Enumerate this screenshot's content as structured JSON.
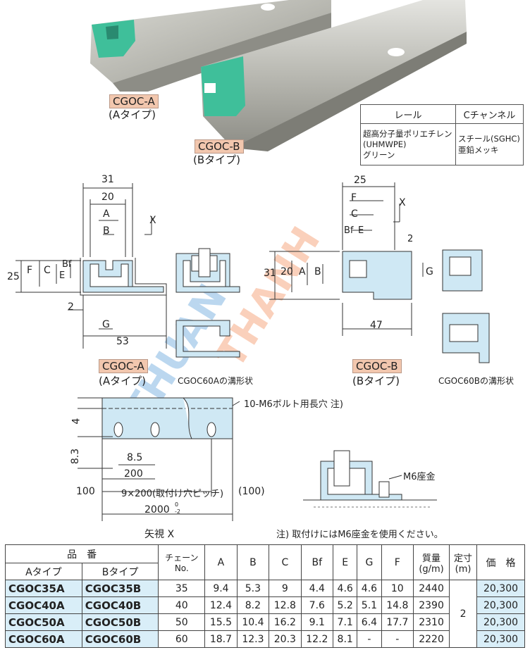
{
  "photo": {
    "label_a": "CGOC-A",
    "sub_a": "(Aタイプ)",
    "label_b": "CGOC-B",
    "sub_b": "(Bタイプ)"
  },
  "material_table": {
    "headers": [
      "レール",
      "Cチャンネル"
    ],
    "rail": [
      "超高分子量ポリエチレン",
      "(UHMWPE)",
      "グリーン"
    ],
    "channel": [
      "スチール(SGHC)",
      "亜鉛メッキ"
    ]
  },
  "drawing_a": {
    "dims": [
      "31",
      "20",
      "A",
      "B",
      "X",
      "25",
      "F",
      "C",
      "E",
      "Bf",
      "2",
      "G",
      "53"
    ],
    "label": "CGOC-A",
    "sub": "(Aタイプ)",
    "section_label": "CGOC60Aの溝形状"
  },
  "drawing_b": {
    "dims": [
      "25",
      "F",
      "C",
      "Bf",
      "E",
      "X",
      "2",
      "31",
      "20",
      "A",
      "B",
      "G",
      "47"
    ],
    "label": "CGOC-B",
    "sub": "(Bタイプ)",
    "section_label": "CGOC60Bの溝形状"
  },
  "side_view": {
    "slot_note": "10-M6ボルト用長穴  注)",
    "dim_4": "4",
    "dim_83": "8.3",
    "dim_85": "8.5",
    "dim_200": "200",
    "dim_100": "100",
    "pitch": "9×200(取付け穴ピッチ)",
    "dim_100b": "(100)",
    "length": "2000",
    "tol_top": "0",
    "tol_bot": "-2",
    "view_label": "矢視  X"
  },
  "washer": {
    "label": "M6座金",
    "note": "注)  取付けにはM6座金を使用ください。"
  },
  "spec_table": {
    "h_part": "品　番",
    "h_a_type": "Aタイプ",
    "h_b_type": "Bタイプ",
    "h_chain": "チェーン",
    "h_no": "No.",
    "h_cols": [
      "A",
      "B",
      "C",
      "Bf",
      "E",
      "G",
      "F"
    ],
    "h_mass": "質量",
    "h_mass_unit": "(g/m)",
    "h_std": "定寸",
    "h_std_unit": "(m)",
    "h_price": "価　格",
    "std_value": "2",
    "rows": [
      {
        "a": "CGOC35A",
        "b": "CGOC35B",
        "no": "35",
        "vals": [
          "9.4",
          "5.3",
          "9",
          "4.4",
          "4.6",
          "4.6",
          "10"
        ],
        "mass": "2440",
        "price": "20,300"
      },
      {
        "a": "CGOC40A",
        "b": "CGOC40B",
        "no": "40",
        "vals": [
          "12.4",
          "8.2",
          "12.8",
          "7.6",
          "5.2",
          "5.1",
          "14.8"
        ],
        "mass": "2390",
        "price": "20,300"
      },
      {
        "a": "CGOC50A",
        "b": "CGOC50B",
        "no": "50",
        "vals": [
          "15.5",
          "10.4",
          "16.2",
          "9.1",
          "7.1",
          "6.4",
          "17.7"
        ],
        "mass": "2310",
        "price": "20,300"
      },
      {
        "a": "CGOC60A",
        "b": "CGOC60B",
        "no": "60",
        "vals": [
          "18.7",
          "12.3",
          "20.3",
          "12.2",
          "8.1",
          "-",
          "-"
        ],
        "mass": "2220",
        "price": "20,300"
      }
    ]
  }
}
